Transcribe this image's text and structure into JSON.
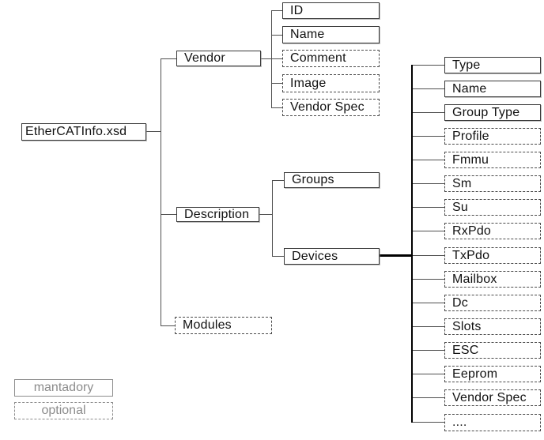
{
  "tree": {
    "root": {
      "label": "EtherCATInfo.xsd",
      "style": "mandatory"
    },
    "vendor": {
      "label": "Vendor",
      "style": "mandatory"
    },
    "description": {
      "label": "Description",
      "style": "mandatory"
    },
    "modules": {
      "label": "Modules",
      "style": "optional"
    },
    "vendor_children": [
      {
        "label": "ID",
        "style": "mandatory"
      },
      {
        "label": "Name",
        "style": "mandatory"
      },
      {
        "label": "Comment",
        "style": "optional"
      },
      {
        "label": "Image",
        "style": "optional"
      },
      {
        "label": "Vendor Spec",
        "style": "optional"
      }
    ],
    "description_children": [
      {
        "label": "Groups",
        "style": "mandatory"
      },
      {
        "label": "Devices",
        "style": "mandatory"
      }
    ],
    "devices_children": [
      {
        "label": "Type",
        "style": "mandatory"
      },
      {
        "label": "Name",
        "style": "mandatory"
      },
      {
        "label": "Group Type",
        "style": "mandatory"
      },
      {
        "label": "Profile",
        "style": "optional"
      },
      {
        "label": "Fmmu",
        "style": "optional"
      },
      {
        "label": "Sm",
        "style": "optional"
      },
      {
        "label": "Su",
        "style": "optional"
      },
      {
        "label": "RxPdo",
        "style": "optional"
      },
      {
        "label": "TxPdo",
        "style": "optional"
      },
      {
        "label": "Mailbox",
        "style": "optional"
      },
      {
        "label": "Dc",
        "style": "optional"
      },
      {
        "label": "Slots",
        "style": "optional"
      },
      {
        "label": "ESC",
        "style": "optional"
      },
      {
        "label": "Eeprom",
        "style": "optional"
      },
      {
        "label": "Vendor Spec",
        "style": "optional"
      },
      {
        "label": "....",
        "style": "optional"
      }
    ],
    "legend": [
      {
        "label": "mantadory",
        "style": "mandatory"
      },
      {
        "label": "optional",
        "style": "optional"
      }
    ]
  },
  "colors": {
    "connector": "#4f4f4f",
    "strong_connector": "#000000",
    "node_border": "#383838",
    "dashed_border": "#4a4a4a",
    "legend_gray": "#8c8c8c",
    "background": "#ffffff"
  }
}
